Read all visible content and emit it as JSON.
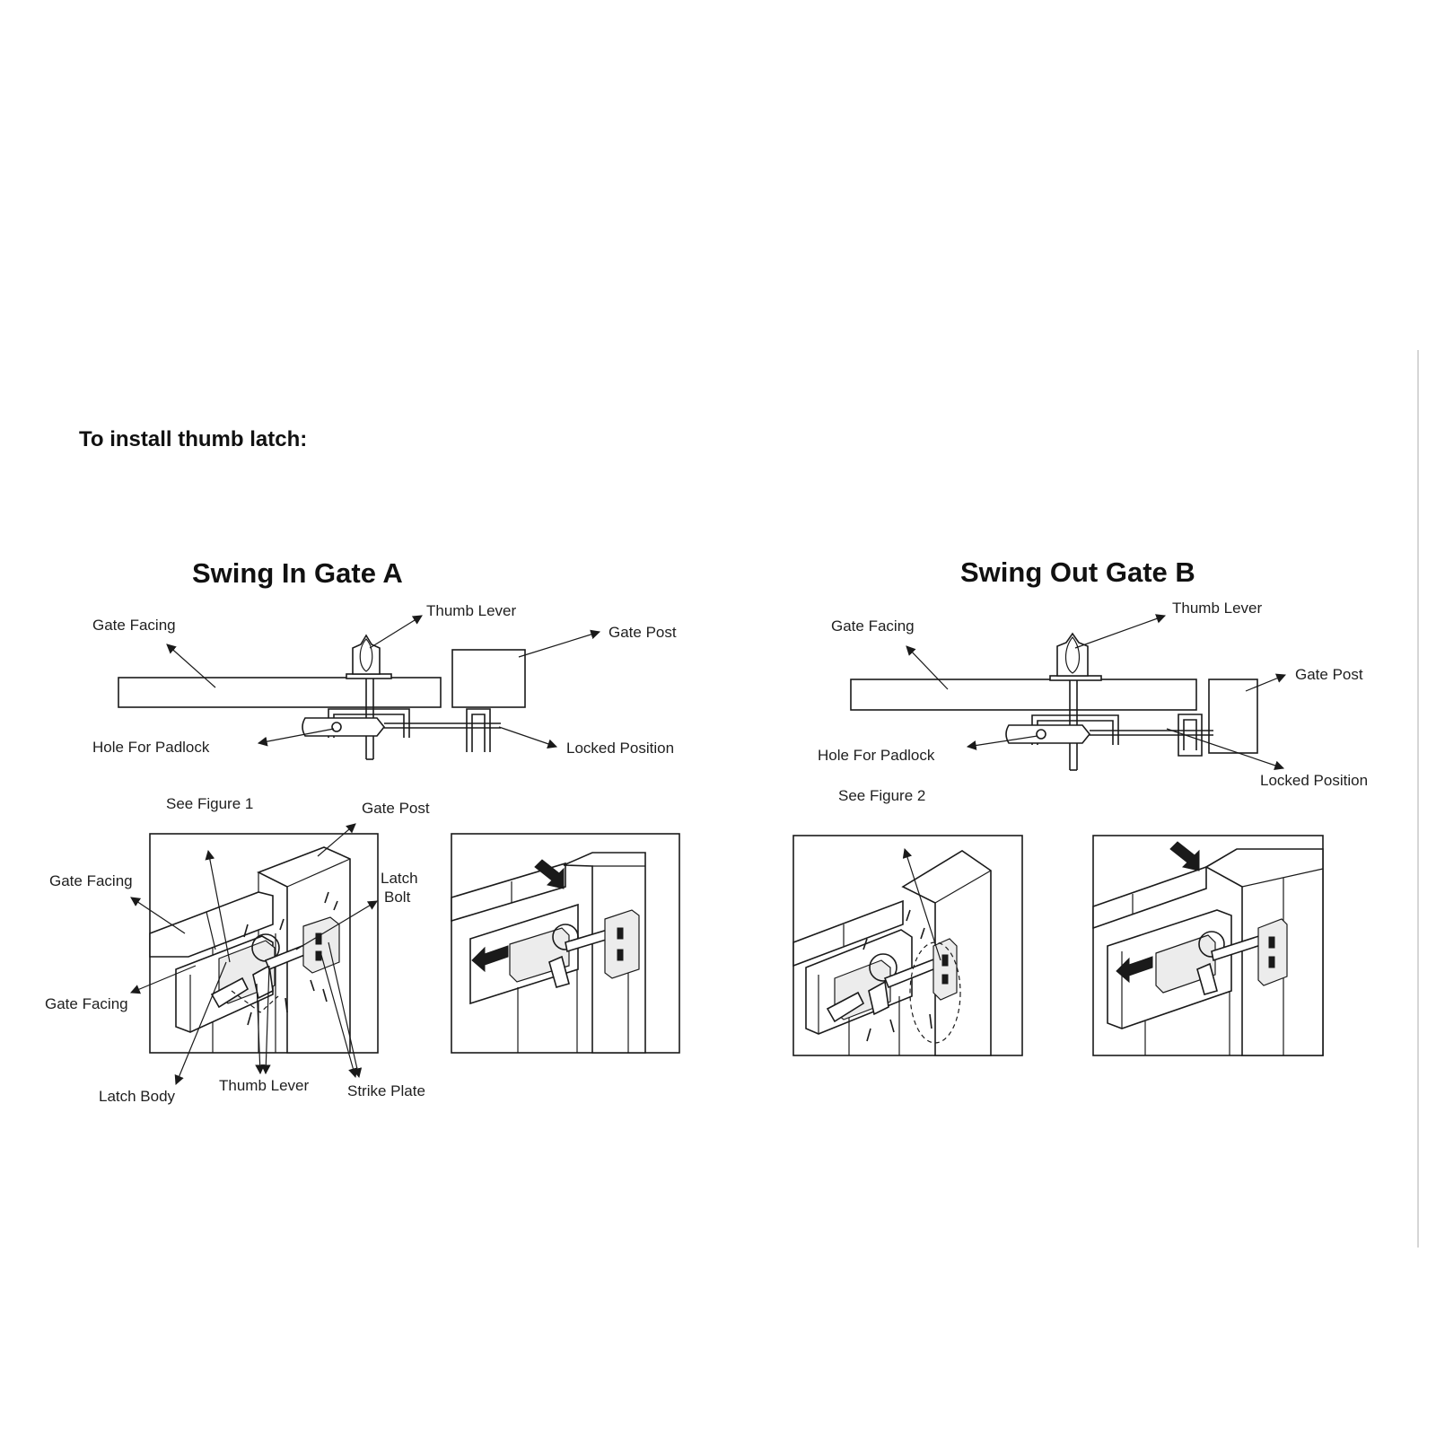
{
  "heading": "To install thumb latch:",
  "gate_a": {
    "title": "Swing In Gate A",
    "top_view": {
      "gate_facing": "Gate Facing",
      "thumb_lever": "Thumb Lever",
      "gate_post": "Gate Post",
      "hole_for_padlock": "Hole For Padlock",
      "locked_position": "Locked Position"
    },
    "see_figure": "See Figure 1",
    "figure": {
      "gate_post": "Gate Post",
      "latch_bolt_line1": "Latch",
      "latch_bolt_line2": "Bolt",
      "gate_facing_upper": "Gate Facing",
      "gate_facing_lower": "Gate Facing",
      "latch_body": "Latch Body",
      "thumb_lever": "Thumb Lever",
      "strike_plate": "Strike Plate"
    }
  },
  "gate_b": {
    "title": "Swing Out Gate B",
    "top_view": {
      "gate_facing": "Gate Facing",
      "thumb_lever": "Thumb Lever",
      "gate_post": "Gate Post",
      "hole_for_padlock": "Hole For Padlock",
      "locked_position": "Locked Position"
    },
    "see_figure": "See Figure 2"
  },
  "icons": {
    "arrow": "arrow-icon",
    "screw": "screw-icon",
    "motion_arrow": "motion-arrow-icon"
  }
}
